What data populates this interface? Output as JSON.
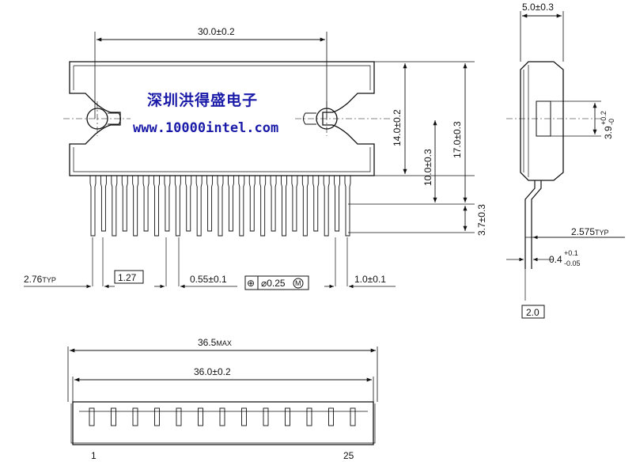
{
  "watermark": {
    "company": "深圳洪得盛电子",
    "url": "www.10000intel.com"
  },
  "front_view": {
    "width_dim": "30.0±0.2",
    "height_outer_dim": "17.0±0.3",
    "height_inner_dim": "14.0±0.2",
    "hole_to_pin_dim": "10.0±0.3",
    "lead_offset_dim": "3.7±0.3",
    "pitch_typ_dim": "2.76",
    "pitch_typ_suffix": "TYP",
    "pitch_box": "1.27",
    "lead_width_dim": "0.55±0.1",
    "tolerance_symbol": "⊕",
    "position_tol": "⌀0.25",
    "modifier": "M",
    "lead_spacing_dim": "1.0±0.1"
  },
  "side_view": {
    "thickness_dim": "5.0±0.3",
    "hole_dim_main": "3.9",
    "hole_dim_upper": "+0.2",
    "hole_dim_lower": "-0",
    "lead_bend_dim": "2.575",
    "lead_bend_suffix": "TYP",
    "lead_thickness_main": "0.4",
    "lead_thickness_upper": "+0.1",
    "lead_thickness_lower": "-0.05",
    "lead_box": "2.0"
  },
  "bottom_view": {
    "max_length_dim": "36.5",
    "max_length_suffix": "MAX",
    "length_dim": "36.0±0.2",
    "pin_first": "1",
    "pin_last": "25"
  }
}
